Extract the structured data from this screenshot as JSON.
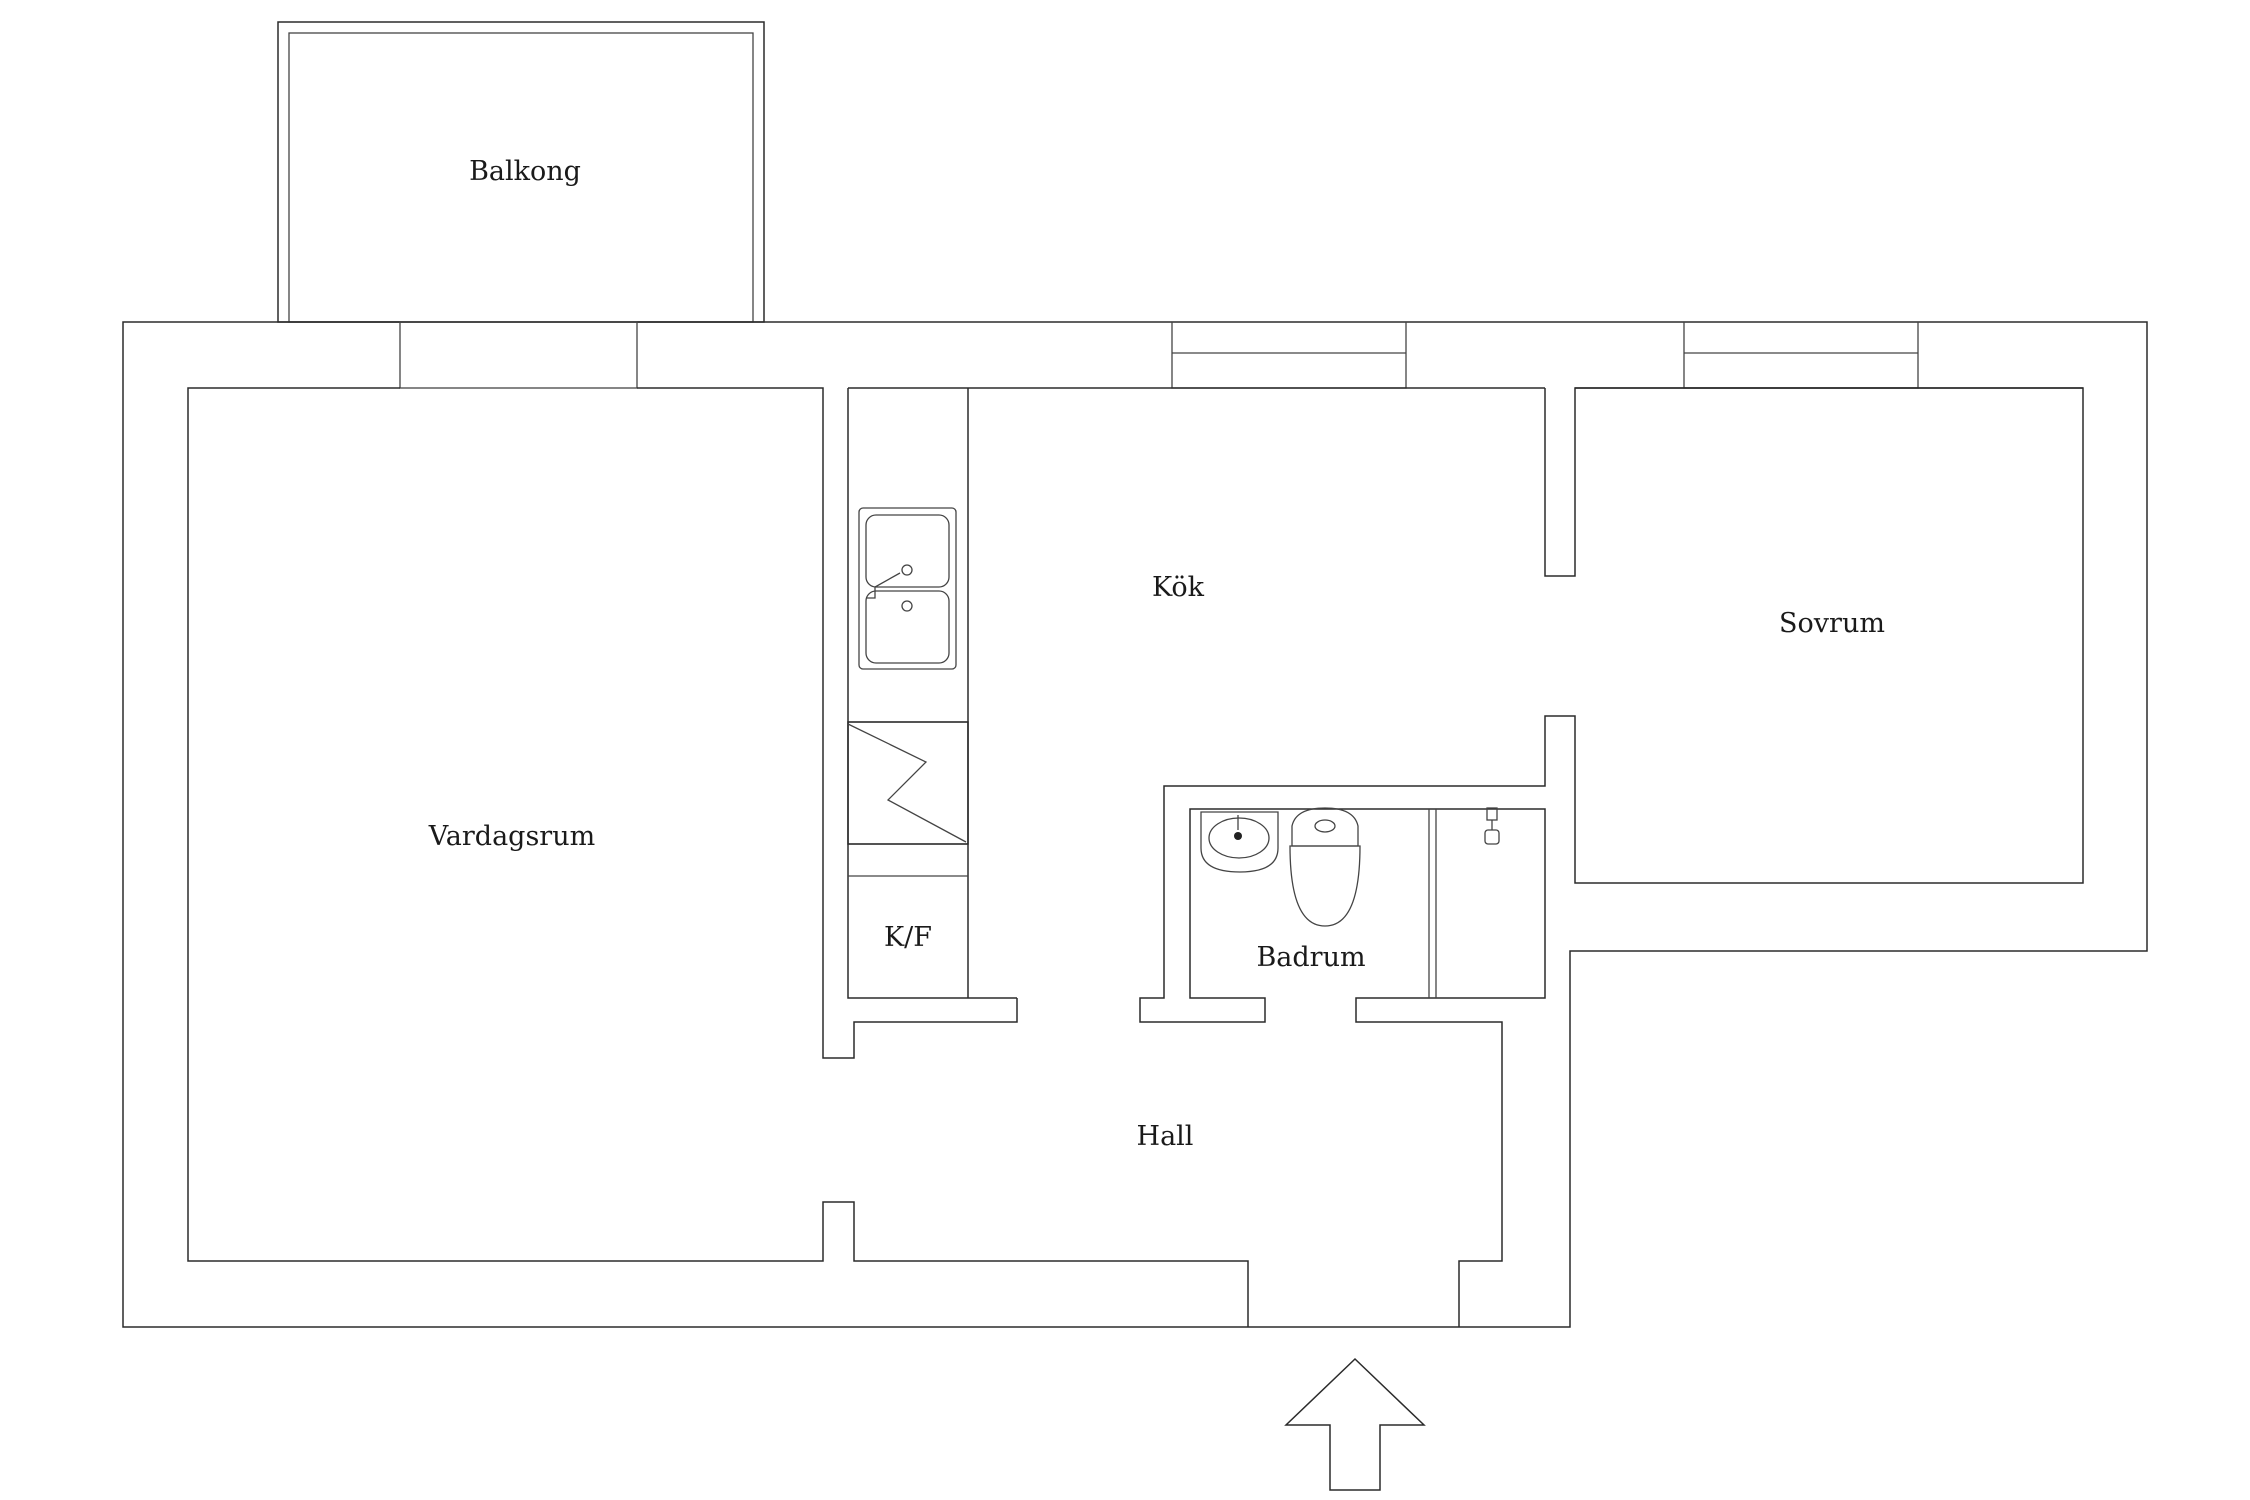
{
  "rooms": {
    "balkong": "Balkong",
    "kok": "Kök",
    "sovrum": "Sovrum",
    "vardagsrum": "Vardagsrum",
    "kf": "K/F",
    "badrum": "Badrum",
    "hall": "Hall"
  },
  "colors": {
    "line": "#2b2b2b",
    "background": "#ffffff"
  },
  "icons": [
    "double-sink-icon",
    "stove-icon",
    "washbasin-icon",
    "toilet-icon",
    "shower-icon",
    "entrance-arrow-icon"
  ]
}
